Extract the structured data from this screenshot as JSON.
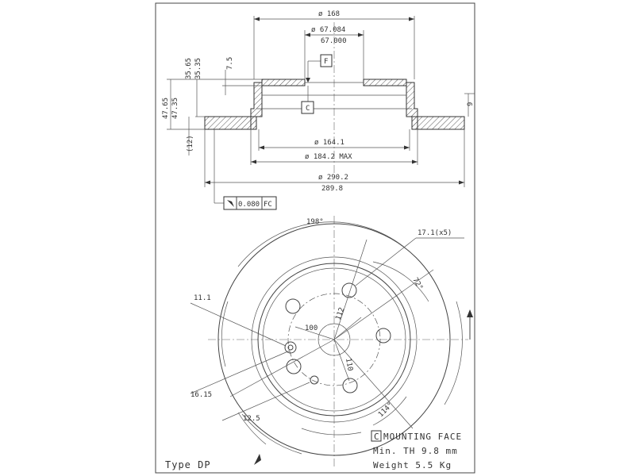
{
  "section_view": {
    "dims": {
      "d_hat_outer": "ø 168",
      "d_pilot_upper": "ø 67.084",
      "d_pilot_lower": "67.000",
      "height_1": "35.65",
      "height_2": "35.35",
      "height_3": "7.5",
      "total_height_1": "47.65",
      "total_height_2": "47.35",
      "disc_thickness": "(12)",
      "offset": "9",
      "d_drum_inner": "ø 164.1",
      "d_drum_max": "ø 184.2 MAX",
      "d_disc_upper": "ø 290.2",
      "d_disc_lower": "289.8",
      "runout_tol": "0.080",
      "runout_ref": "FC"
    },
    "datum_f": "F",
    "datum_c": "C"
  },
  "plan_view": {
    "dims": {
      "angle_198": "198°",
      "angle_72": "72°",
      "angle_114": "114°",
      "hole_dia_5": "17.1(x5)",
      "dim_11_1": "11.1",
      "dim_100": "100",
      "dim_112": "112",
      "dim_110": "110",
      "dim_16_15": "16.15",
      "dim_12_5": "12.5"
    }
  },
  "notes": {
    "datum_label": "C",
    "mounting_face": "MOUNTING FACE",
    "min_th": "Min. TH 9.8 mm",
    "weight": "Weight 5.5 Kg",
    "type": "Type DP"
  }
}
